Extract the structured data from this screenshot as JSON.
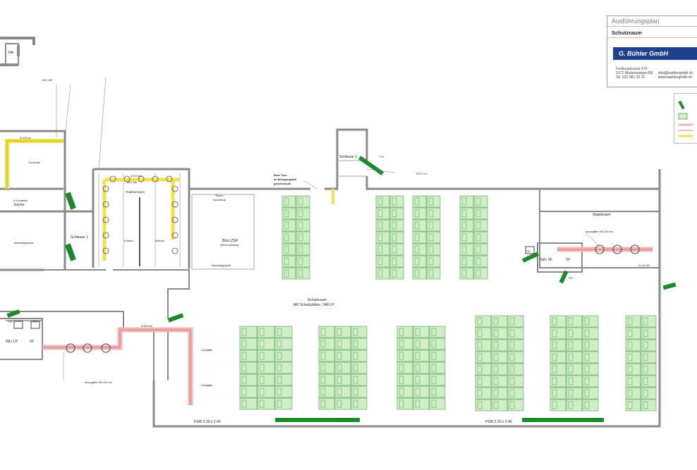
{
  "title_block": {
    "title": "Ausführungsplan",
    "subtitle": "Schutzraum",
    "company": "G. Bühler GmbH",
    "address_line1": "Freiburgstrasse 574",
    "address_line2": "3172 Niederwangen BE",
    "phone": "Tel. 031 981 33 22",
    "email": "info@buehlergmbh.ch",
    "web": "www.buehlergmbh.ch"
  },
  "colors": {
    "wall": "#8a8a8a",
    "bed_fill": "#cfeec6",
    "bed_stroke": "#4f9b4f",
    "duct_yellow": "#f0e150",
    "duct_pink": "#f4b4b4",
    "door_green": "#1d8a2a"
  },
  "rooms": {
    "na_top": "NA",
    "gedeckt": "Gedeckte",
    "kuche": "Küche",
    "schleuse1": "Schleuse 1",
    "toilettenraum": "Toilettenraum",
    "frauen": "Frauen",
    "manner": "Männer",
    "buero": "Büro ZSR",
    "buero_sub": "(demontierbar)",
    "tische": "Tische",
    "kennalbock": "Kennalbock",
    "schleuse2": "Schleuse 2",
    "stapelraum": "Stapelraum",
    "na_vf": "NA / VF",
    "na_lp": "NA / LP",
    "vf": "VF",
    "pd": "PD",
    "schutzraum": "Schutzraum",
    "schutzraum_sub": "346 Schutzplätze / 348 LP"
  },
  "labels": {
    "rote_tuere": "Rote Türe",
    "rote_tuere_2": "im Belegungsfall",
    "rote_tuere_3": "geschlossen",
    "psw1": "PSW 5.30 x 2.40",
    "psw2": "PSW 5.30 x 2.40",
    "duct_top_left": "Ø 200 mm",
    "duct_wc": "Ø 100 mm",
    "duct_bottom": "Ø 200 mm",
    "vf_label": "3x VA 300",
    "abluft": "Zuluftgitter",
    "abluft2": "Zuluftgitter",
    "ansaug": "Ansauglitter NW 200 mm",
    "ansaug2": "Ansauglitter NW 200 mm",
    "uev1": "UEV 150",
    "uev2": "UEV 150",
    "esv": "ESV 2 x 4",
    "pt": "PT2",
    "kochstelle": "1x Kochstelle",
    "material": "Materiallagerplatz",
    "material2": "Materiallagerplatz"
  }
}
